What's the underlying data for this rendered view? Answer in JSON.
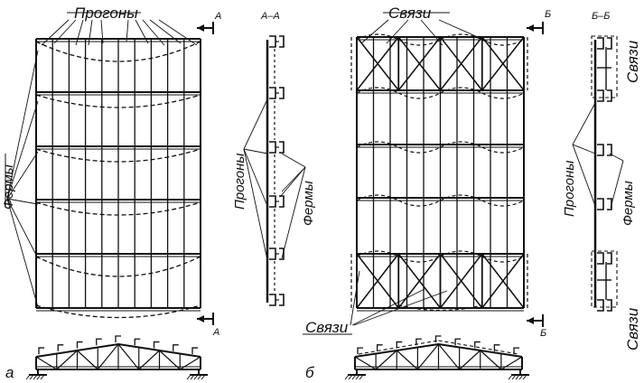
{
  "labels": {
    "purlins": "Прогоны",
    "trusses": "Фермы",
    "bracing": "Связи",
    "section_a_marker": "А",
    "section_a_title": "А–А",
    "section_b_marker": "Б",
    "section_b_title": "Б–Б",
    "part_a": "а",
    "part_b": "б"
  },
  "colors": {
    "ink": "#111111",
    "background": "#ffffff"
  }
}
